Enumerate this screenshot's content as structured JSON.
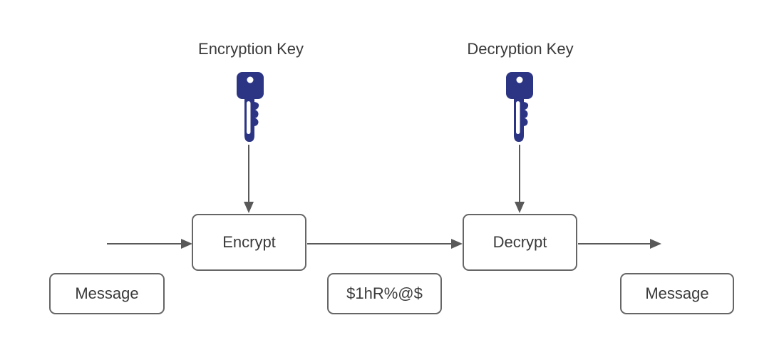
{
  "labels": {
    "encryption_key": "Encryption Key",
    "decryption_key": "Decryption Key"
  },
  "boxes": {
    "encrypt": "Encrypt",
    "decrypt": "Decrypt",
    "message_input": "Message",
    "ciphertext": "$1hR%@$",
    "message_output": "Message"
  },
  "icons": {
    "encryption": "key-icon",
    "decryption": "key-icon"
  },
  "colors": {
    "key_fill": "#2b3584",
    "key_hole": "#ffffff",
    "line": "#595959",
    "box_border": "#666666",
    "text": "#3a3a3a",
    "canvas_bg": "#ffffff"
  }
}
